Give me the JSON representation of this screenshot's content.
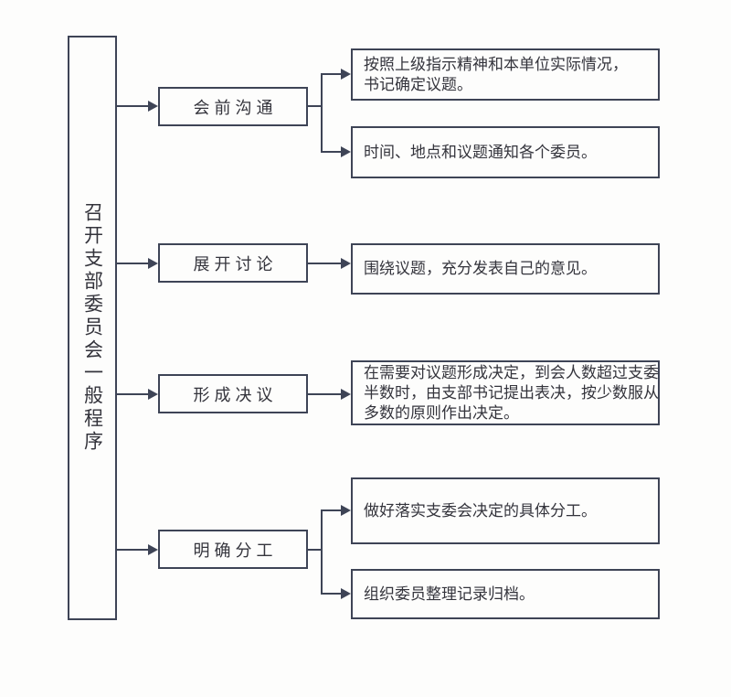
{
  "root": {
    "label": "召开支部委员会一般程序"
  },
  "steps": [
    {
      "label": "会前沟通",
      "details": [
        {
          "lines": [
            "按照上级指示精神和本单位实际情况，",
            "书记确定议题。"
          ]
        },
        {
          "lines": [
            "时间、地点和议题通知各个委员。"
          ]
        }
      ]
    },
    {
      "label": "展开讨论",
      "details": [
        {
          "lines": [
            "围绕议题，充分发表自己的意见。"
          ]
        }
      ]
    },
    {
      "label": "形成决议",
      "details": [
        {
          "lines": [
            "在需要对议题形成决定，到会人数超过支委",
            "半数时，由支部书记提出表决，按少数服从",
            "多数的原则作出决定。"
          ]
        }
      ]
    },
    {
      "label": "明确分工",
      "details": [
        {
          "lines": [
            "做好落实支委会决定的具体分工。"
          ]
        },
        {
          "lines": [
            "组织委员整理记录归档。"
          ]
        }
      ]
    }
  ],
  "colors": {
    "line": "#3e4456",
    "text": "#34343c",
    "background": "#fdfdfc"
  }
}
